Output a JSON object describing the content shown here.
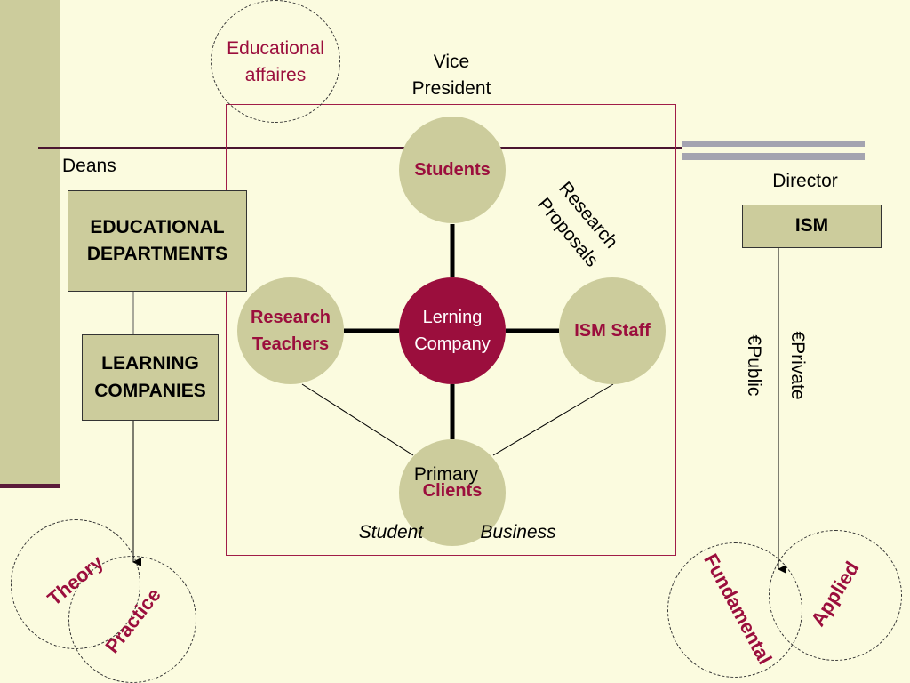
{
  "top": {
    "vice_president": [
      "Vice",
      "President"
    ],
    "educational_affaires": [
      "Educational",
      "affaires"
    ]
  },
  "left": {
    "deans_label": "Deans",
    "educational_departments": [
      "EDUCATIONAL",
      "DEPARTMENTS"
    ],
    "learning_companies": [
      "LEARNING",
      "COMPANIES"
    ],
    "theory": "Theory",
    "practice": "Practice"
  },
  "center": {
    "hub": [
      "Lerning",
      "Company"
    ],
    "students": "Students",
    "research_teachers": [
      "Research",
      "Teachers"
    ],
    "ism_staff": "ISM Staff",
    "clients": "Clients",
    "primary": "Primary",
    "student": "Student",
    "business": "Business",
    "research_proposals": [
      "Research",
      "Proposals"
    ]
  },
  "right": {
    "director_label": "Director",
    "ism": "ISM",
    "private": "€Private",
    "public": "€Public",
    "fundamental": "Fundamental",
    "applied": "Applied"
  },
  "colors": {
    "background": "#fbfbdf",
    "khaki": "#cccc9c",
    "maroon": "#9b0e3d"
  }
}
